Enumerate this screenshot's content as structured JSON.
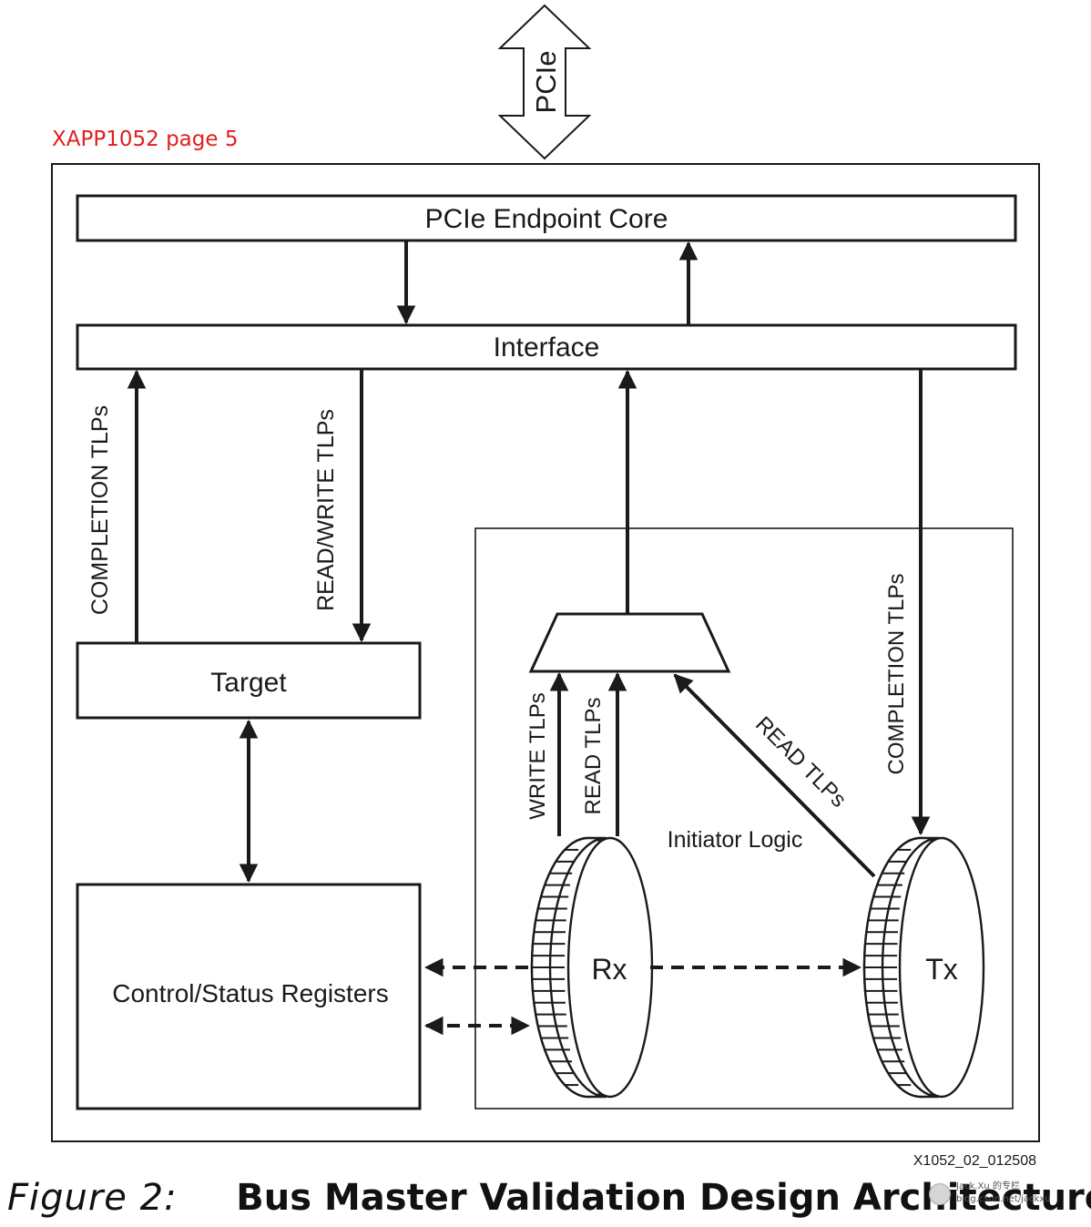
{
  "external_link": {
    "label": "PCIe"
  },
  "source_note": "XAPP1052 page 5",
  "blocks": {
    "endpoint_core": "PCIe Endpoint Core",
    "interface": "Interface",
    "target": "Target",
    "csr": "Control/Status Registers",
    "initiator": "Initiator Logic",
    "rx": "Rx",
    "tx": "Tx"
  },
  "signals": {
    "target_completion": "COMPLETION TLPs",
    "target_read_write": "READ/WRITE TLPs",
    "write_tlps": "WRITE TLPs",
    "read_tlps": "READ TLPs",
    "tx_read_tlps": "READ TLPs",
    "tx_completion": "COMPLETION TLPs"
  },
  "figure_id": "X1052_02_012508",
  "caption": {
    "number": "Figure 2:",
    "title": "Bus Master Validation Design Architecture"
  },
  "watermark": {
    "line1": "Jack.Xu 的专栏",
    "line2": "blog.csdn.net/jackxu"
  }
}
